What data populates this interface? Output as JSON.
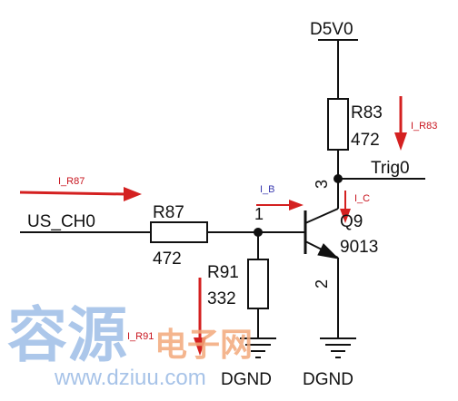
{
  "schematic": {
    "net_labels": {
      "supply": "D5V0",
      "input": "US_CH0",
      "output": "Trig0",
      "gnd_left": "DGND",
      "gnd_right": "DGND"
    },
    "components": {
      "r87": {
        "ref": "R87",
        "value": "472"
      },
      "r83": {
        "ref": "R83",
        "value": "472"
      },
      "r91": {
        "ref": "R91",
        "value": "332"
      },
      "q9": {
        "ref": "Q9",
        "value": "9013"
      }
    },
    "pins": {
      "base": "1",
      "emitter": "2",
      "collector": "3"
    },
    "current_labels": {
      "i_r87": "I_R87",
      "i_r83": "I_R83",
      "i_b": "I_B",
      "i_c": "I_C",
      "i_r91": "I_R91"
    }
  },
  "watermark": {
    "chinese_main": "容源",
    "chinese_sub": "电子网",
    "url": "www.dziuu.com"
  },
  "colors": {
    "wire": "#111111",
    "current_arrow": "#d42020",
    "watermark_blue": "#9dbde6",
    "watermark_orange": "#f2a87a"
  }
}
